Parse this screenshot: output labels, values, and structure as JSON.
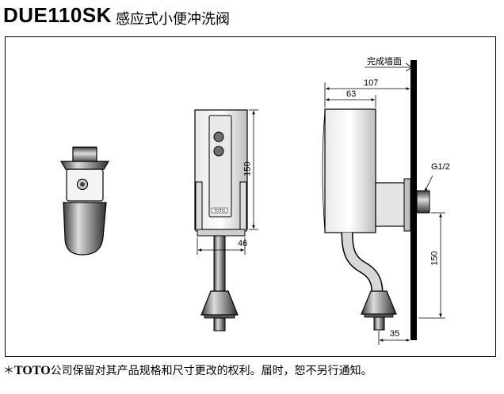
{
  "header": {
    "model": "DUE110SK",
    "product_name": "感应式小便冲洗阀"
  },
  "diagram": {
    "side_view": {
      "finished_wall_label": "完成墙面",
      "dim_total_depth": "107",
      "dim_body_depth": "63",
      "thread_label": "G1/2",
      "dim_height": "150",
      "dim_outlet_offset": "35"
    },
    "front_view": {
      "dim_height": "150",
      "dim_width": "46",
      "logo_text": "TOTO"
    }
  },
  "footer": {
    "asterisk": "＊",
    "brand": "TOTO",
    "notice": "公司保留对其产品规格和尺寸更改的权利。届时，恕不另行通知。"
  }
}
